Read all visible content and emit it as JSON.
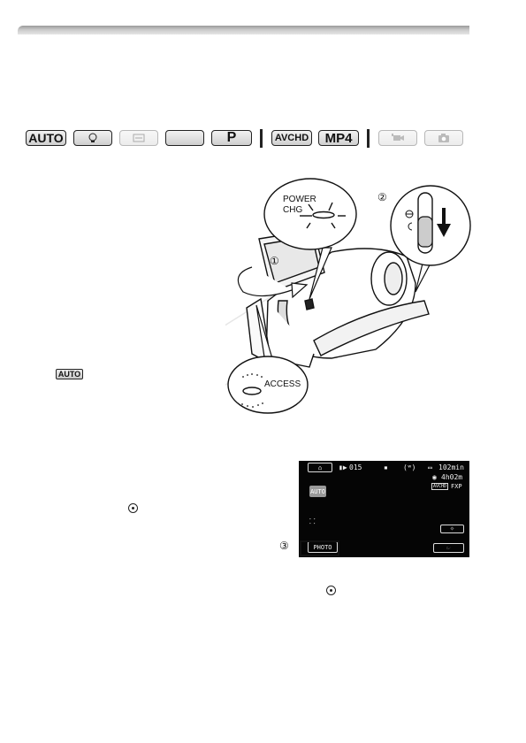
{
  "mode_bar": {
    "buttons": [
      {
        "label": "AUTO",
        "active": true
      },
      {
        "label": "",
        "icon": "lightbulb-icon",
        "active": true
      },
      {
        "label": "",
        "icon": "scene-icon",
        "active": false
      },
      {
        "label": "",
        "active": true
      },
      {
        "label": "P",
        "active": true
      },
      {
        "label": "AVCHD",
        "active": true
      },
      {
        "label": "MP4",
        "active": true
      },
      {
        "label": "",
        "icon": "movie-playback-icon",
        "active": false
      },
      {
        "label": "",
        "icon": "photo-playback-icon",
        "active": false
      }
    ]
  },
  "illustration": {
    "power_label_1": "POWER",
    "power_label_2": "CHG",
    "access_label": "ACCESS",
    "callout_1": "①",
    "callout_2": "②",
    "callout_3": "③"
  },
  "inline_mode_label": "AUTO",
  "screen": {
    "home_icon": "home-icon",
    "shots_remaining": "015",
    "battery_time": "102min",
    "record_time": "4h02m",
    "format": "AVCHD",
    "quality": "FXP",
    "mode": "AUTO",
    "photo_button": "PHOTO"
  },
  "colors": {
    "screen_bg": "#050505",
    "header_bar": "#b0b0b0"
  }
}
